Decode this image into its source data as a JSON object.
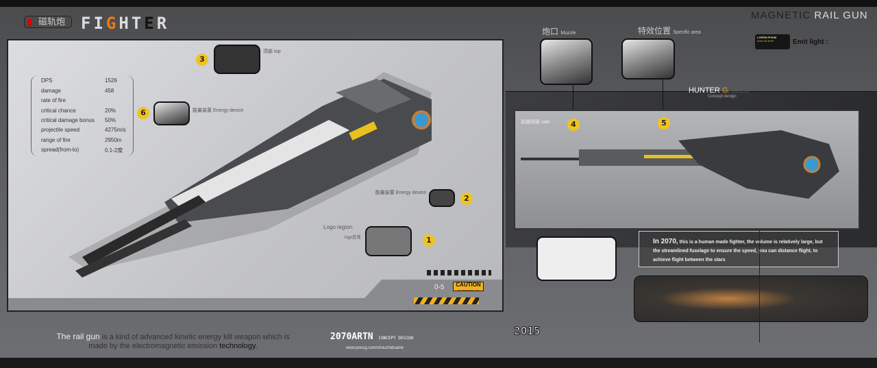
{
  "header": {
    "title_cn": "磁轨炮",
    "title_en_parts": [
      "FI",
      "G",
      "HT",
      "E",
      "R"
    ],
    "subtitle": "MAGNETIC",
    "subtitle_accent": "RAIL GUN"
  },
  "stats": [
    {
      "label": "DPS",
      "value": "1526"
    },
    {
      "label": "damage",
      "value": "458"
    },
    {
      "label": "rate of fire",
      "value": ""
    },
    {
      "label": "critical chance",
      "value": "20%"
    },
    {
      "label": "critical damage bonus",
      "value": "50%"
    },
    {
      "label": "projectile speed",
      "value": "4275m/s"
    },
    {
      "label": "range of fire",
      "value": "2950m"
    },
    {
      "label": "spread(from-to)",
      "value": "0.1-2度"
    }
  ],
  "callouts": {
    "top": {
      "num": "3",
      "label": "顶部 top"
    },
    "energy6": {
      "num": "6",
      "label": "能量装置 Energy device"
    },
    "energy2": {
      "num": "2",
      "label": "能量装置 Energy device"
    },
    "logo": {
      "num": "1",
      "label": "Logo region",
      "label_cn": "logo区域"
    },
    "muzzle": {
      "num": "4",
      "cn": "炮口",
      "en": "Muzzle"
    },
    "specific": {
      "num": "5",
      "cn": "特效位置",
      "en": "Specific area"
    },
    "side": "武器侧面 side"
  },
  "caution": {
    "range": "0-5",
    "title": "CAUTION",
    "sub": "DO NOT CROSS · DO"
  },
  "lorem": {
    "title": "LOREM IPSUM",
    "sub": "dolor sit amet"
  },
  "emit_light": "Emit light :",
  "hunter": {
    "name": "HUNTER",
    "g": "G",
    "rest": "AMES",
    "tag": "Concept design"
  },
  "description": {
    "lead": "In 2070,",
    "body": "this is a human made fighter, the volume is relatively large, but the streamlined fuselage to ensure the speed, you can distance flight, to achieve flight between the stars"
  },
  "footer": {
    "lead": "The rail gun",
    "mid": "is a kind of advanced kinetic energy kill weapon which is made by the electromagnetic emission",
    "tail": "technology.",
    "brand": "2070ARTN",
    "brand_sub": "CONCEPT DESIGN",
    "url": "www.poocg.com/shouzhiduanle",
    "year": "2015"
  },
  "colors": {
    "accent": "#f07a10",
    "badge": "#f0c420",
    "red": "#dd0000"
  }
}
